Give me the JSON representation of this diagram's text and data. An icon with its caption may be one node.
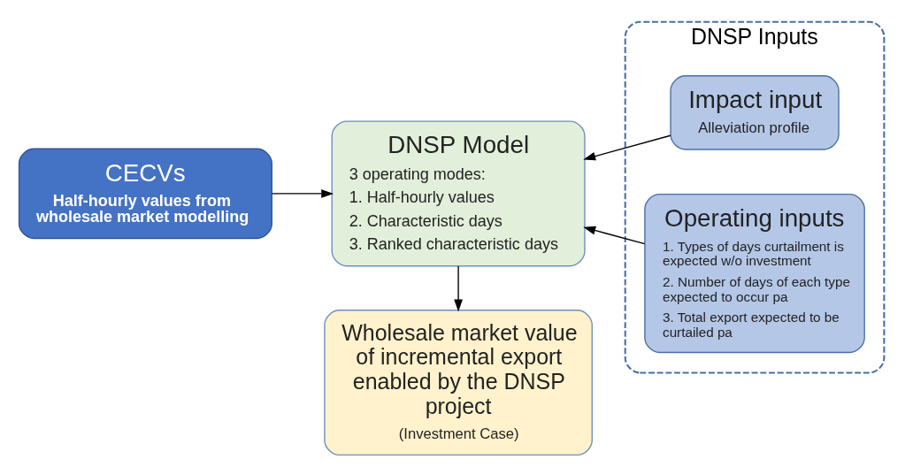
{
  "diagram": {
    "nodes": [
      {
        "text": [
          "CECVs",
          "Half-hourly values from wholesale market modelling"
        ]
      },
      {
        "text": [
          "DNSP Model",
          "3 operating modes:",
          "1. Half-hourly values",
          "2. Characteristic days",
          "3. Ranked characteristic days"
        ]
      },
      {
        "text": [
          "Wholesale market value of incremental export enabled by the DNSP project",
          "(Investment Case)"
        ]
      },
      {
        "text": [
          "DNSP Inputs"
        ]
      },
      {
        "text": [
          "Impact input",
          "Alleviation profile"
        ],
        "in": 3
      },
      {
        "text": [
          "Operating inputs",
          "1. Types of days curtailment is expected w/o investment",
          "2. Number of days of each type expected to occur pa",
          "3. Total export expected to be curtailed pa"
        ],
        "in": 3
      }
    ],
    "edges": [
      {
        "from": 0,
        "to": 1,
        "arrow": "to"
      },
      {
        "from": 4,
        "to": 1,
        "arrow": "to"
      },
      {
        "from": 5,
        "to": 1,
        "arrow": "to"
      },
      {
        "from": 1,
        "to": 2,
        "arrow": "to"
      }
    ]
  }
}
